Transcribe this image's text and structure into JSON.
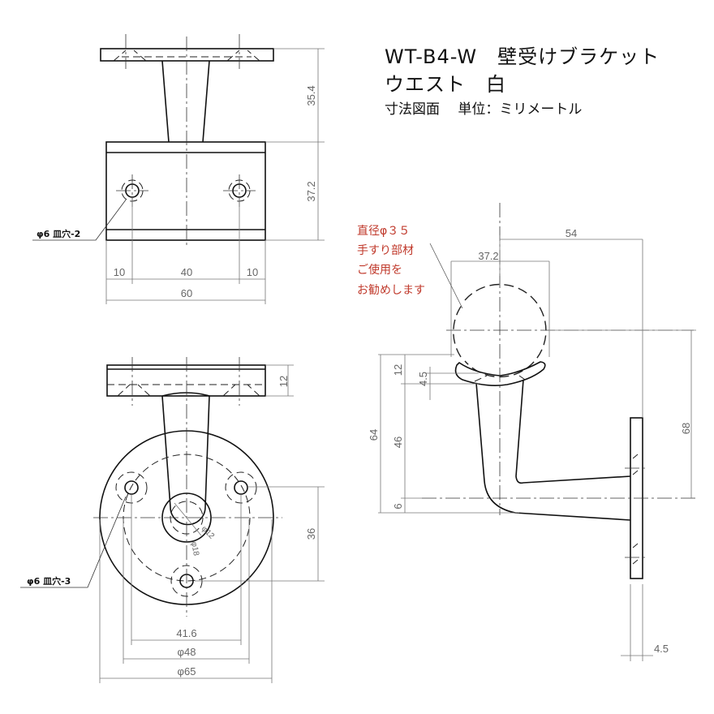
{
  "title": {
    "line1": "WT-B4-W　壁受けブラケット",
    "line2": "ウエスト　白",
    "line3": "寸法図面　 単位：ミリメートル"
  },
  "note": {
    "lines": [
      "直径φ３５",
      "手すり部材",
      "ご使用を",
      "お勧めします"
    ],
    "color": "#c0392b"
  },
  "top_view": {
    "dims": {
      "height_stem": "35.4",
      "height_base": "37.2",
      "edge_left": "10",
      "hole_pitch": "40",
      "edge_right": "10",
      "width": "60"
    },
    "hole_label": "φ6 皿穴-2"
  },
  "front_view": {
    "dims": {
      "plate": "12",
      "hole_offset": "36",
      "hole_span": "41.6",
      "pcd": "φ48",
      "diameter": "φ65",
      "boss_inner": "φ12",
      "boss_outer": "φ18"
    },
    "hole_label": "φ6 皿穴-3"
  },
  "side_view": {
    "dims": {
      "projection": "54",
      "rail_width": "37.2",
      "center_height": "68",
      "total_height": "64",
      "saddle": "12",
      "saddle_depth": "4.5",
      "arm": "46",
      "bottom": "6",
      "plate_thickness": "4.5"
    }
  }
}
